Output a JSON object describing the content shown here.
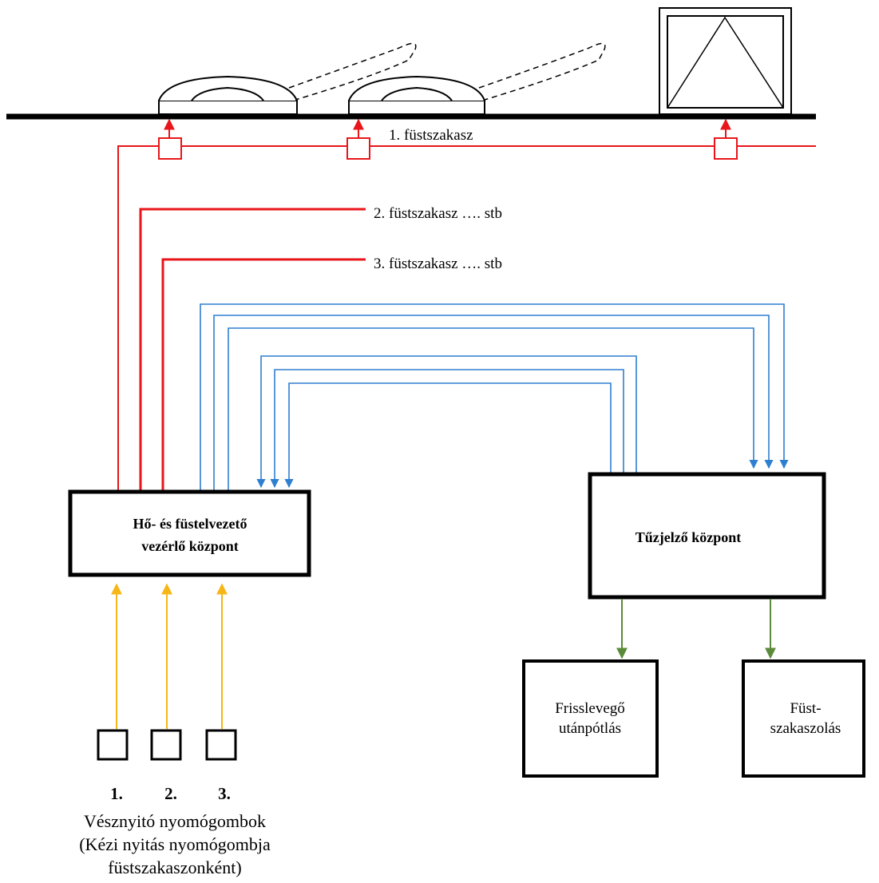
{
  "colors": {
    "smoke_line": "#e8161b",
    "control_line": "#2f7fd0",
    "button_line": "#f6b617",
    "output_line": "#5b8b3a",
    "outline": "#000000"
  },
  "smoke_zones": {
    "zone1": "1. füstszakasz",
    "zone2": "2. füstszakasz …. stb",
    "zone3": "3. füstszakasz …. stb"
  },
  "boxes": {
    "controller_line1": "Hő- és füstelvezető",
    "controller_line2": "vezérlő központ",
    "fire_panel": "Tűzjelző központ",
    "fresh_air_line1": "Frisslevegő",
    "fresh_air_line2": "utánpótlás",
    "smoke_sect_line1": "Füst-",
    "smoke_sect_line2": "szakaszolás"
  },
  "buttons": {
    "labels": [
      "1.",
      "2.",
      "3."
    ],
    "caption_line1": "Vésznyitó nyomógombok",
    "caption_line2": "(Kézi nyitás nyomógombja",
    "caption_line3": "füstszakaszonként)"
  },
  "icons": [
    "roof-vent-icon",
    "roof-window-icon",
    "actuator-icon"
  ]
}
